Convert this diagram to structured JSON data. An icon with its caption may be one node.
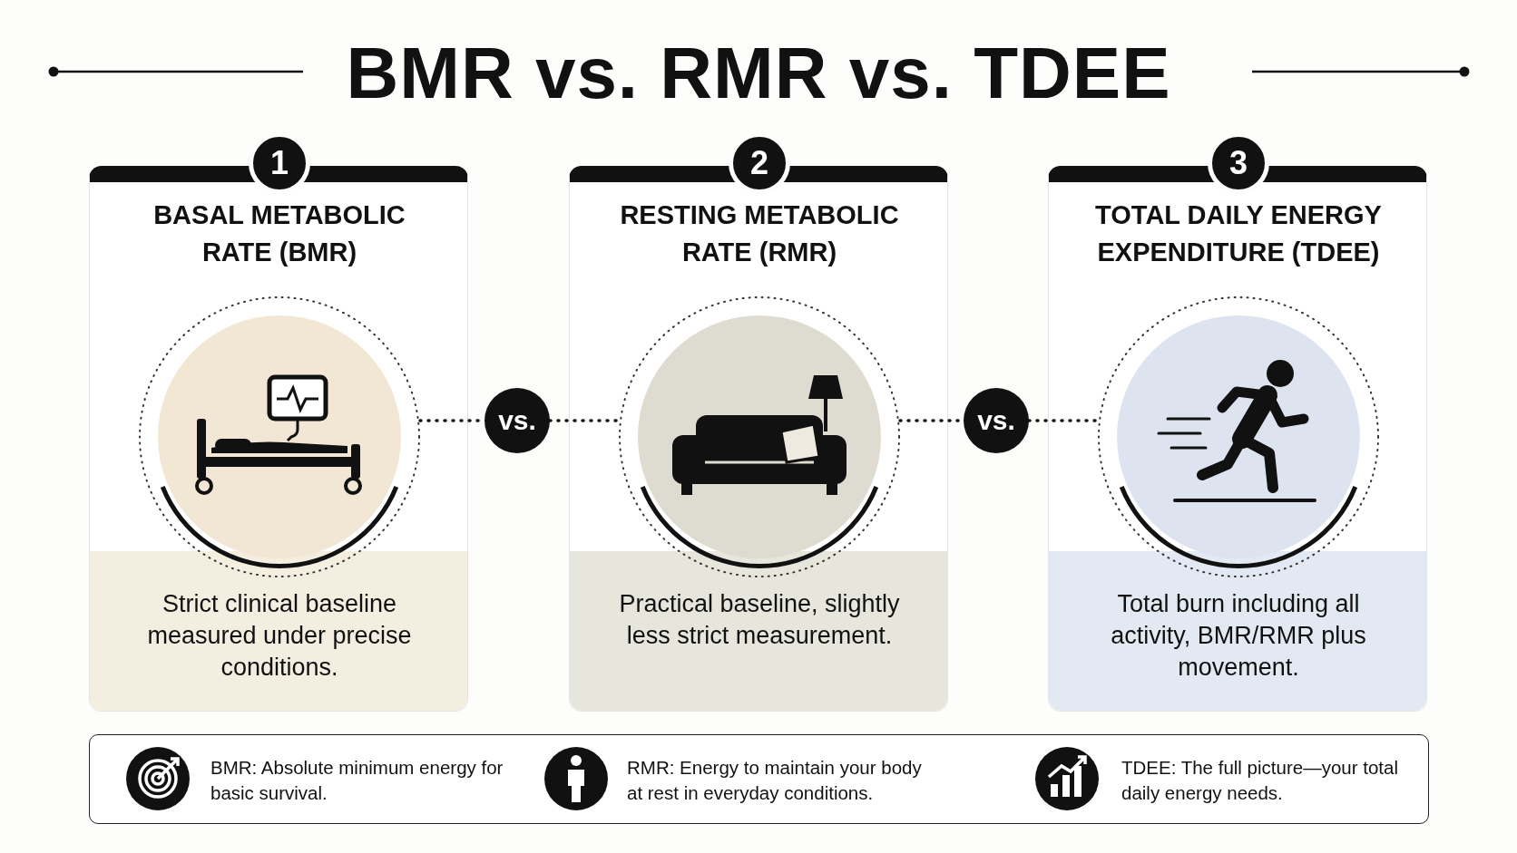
{
  "diagram": {
    "title": "BMR vs. RMR vs. TDEE",
    "nodes": [
      {
        "text": [
          "1",
          "BASAL METABOLIC RATE (BMR)",
          "Strict clinical baseline measured under precise conditions."
        ]
      },
      {
        "text": [
          "2",
          "RESTING METABOLIC RATE (RMR)",
          "Practical baseline, slightly less strict measurement."
        ]
      },
      {
        "text": [
          "3",
          "TOTAL DAILY ENERGY EXPENDITURE (TDEE)",
          "Total burn including all activity, BMR/RMR plus movement."
        ]
      },
      {
        "text": [],
        "shape": "circle",
        "in": 0
      },
      {
        "text": [],
        "shape": "circle",
        "in": 1
      },
      {
        "text": [],
        "shape": "circle",
        "in": 2
      },
      {
        "text": [
          "vs."
        ]
      },
      {
        "text": [
          "vs."
        ]
      }
    ],
    "edges": [
      {
        "from": 3,
        "to": 6,
        "arrow": "none",
        "style": "dashed"
      },
      {
        "from": 6,
        "to": 4,
        "arrow": "none",
        "style": "dashed"
      },
      {
        "from": 4,
        "to": 7,
        "arrow": "none",
        "style": "dashed"
      },
      {
        "from": 7,
        "to": 5,
        "arrow": "none",
        "style": "dashed"
      }
    ],
    "labels": [
      "BMR: Absolute minimum energy for basic survival.",
      "RMR: Energy to maintain your body at rest in everyday conditions.",
      "TDEE: The full picture—your total daily energy needs."
    ]
  }
}
